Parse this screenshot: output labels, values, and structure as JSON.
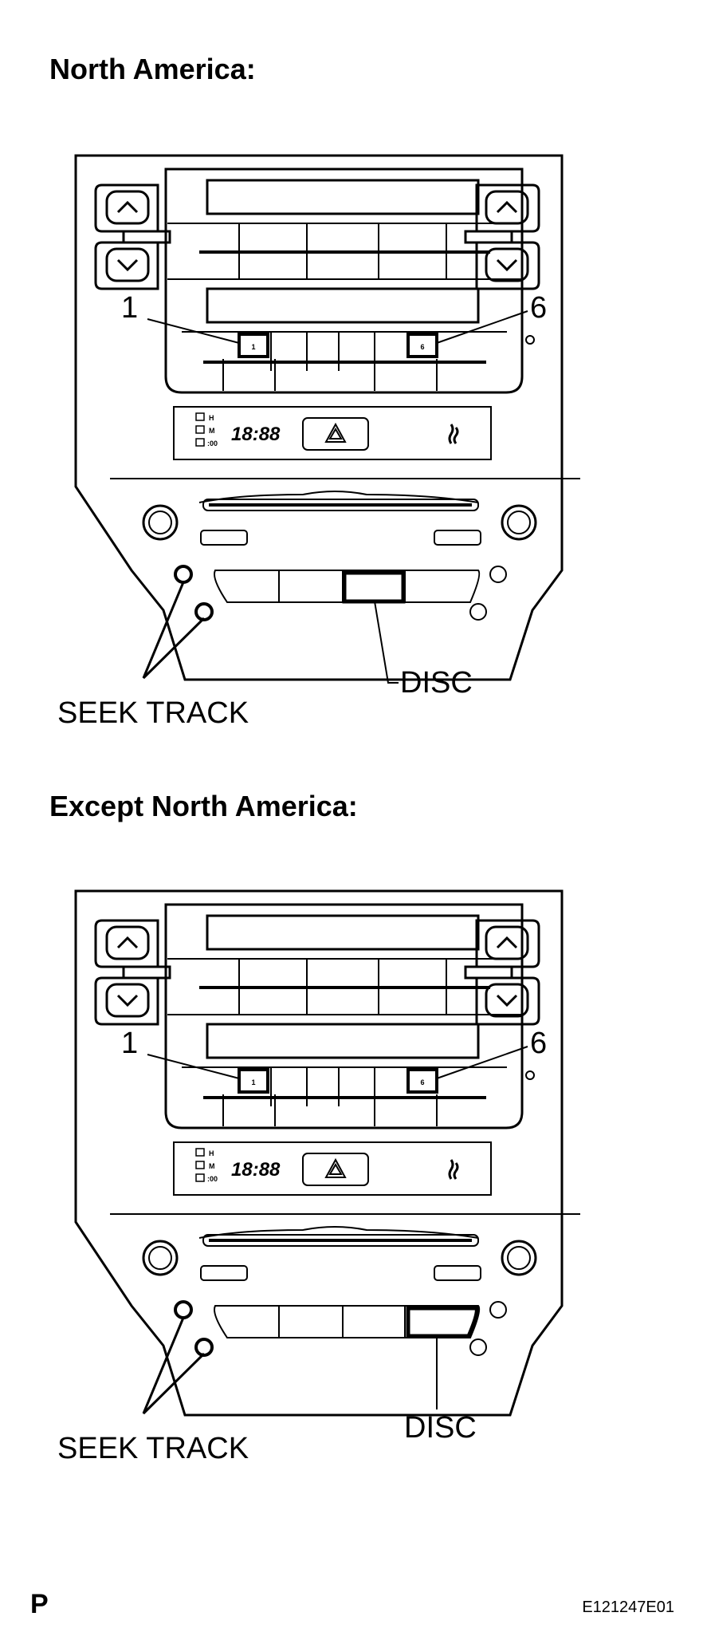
{
  "sections": [
    {
      "heading": "North America:",
      "preset_left_label": "1",
      "preset_right_label": "6",
      "preset_left_button": "1",
      "preset_right_button": "6",
      "clock": "18:88",
      "indicators": [
        "H",
        "M",
        ":00"
      ],
      "seek_label": "SEEK TRACK",
      "disc_label": "DISC",
      "disc_position": "center"
    },
    {
      "heading": "Except North America:",
      "preset_left_label": "1",
      "preset_right_label": "6",
      "preset_left_button": "1",
      "preset_right_button": "6",
      "clock": "18:88",
      "indicators": [
        "H",
        "M",
        ":00"
      ],
      "seek_label": "SEEK TRACK",
      "disc_label": "DISC",
      "disc_position": "right"
    }
  ],
  "footer": {
    "left": "P",
    "right": "E121247E01"
  }
}
